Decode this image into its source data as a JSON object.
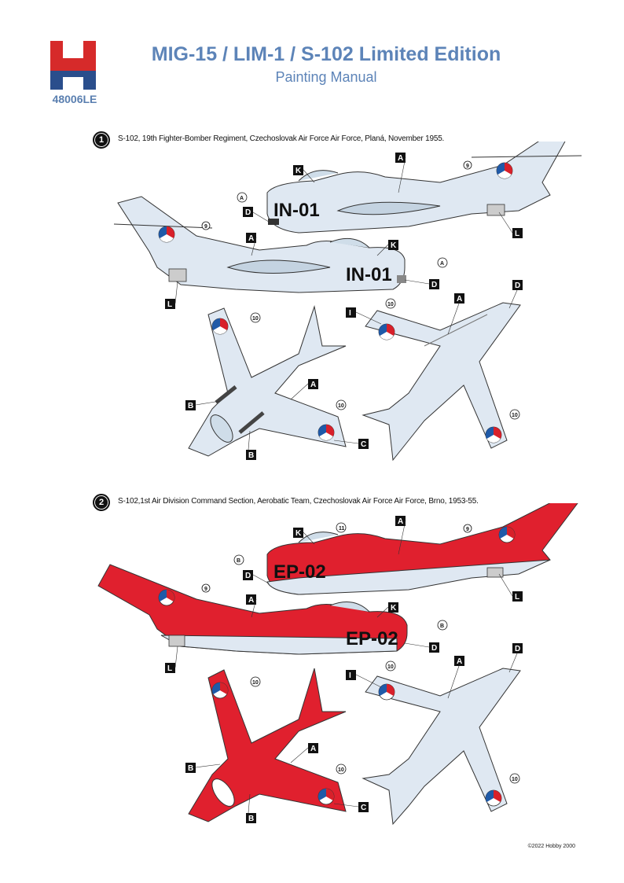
{
  "header": {
    "brand_letter": "H",
    "code": "48006LE",
    "title": "MIG-15 / LIM-1 / S-102 Limited Edition",
    "subtitle": "Painting Manual"
  },
  "scheme1": {
    "number": "1",
    "caption": "S-102, 19th Fighter-Bomber Regiment, Czechoslovak Air Force Air Force, Planá, November 1955.",
    "code": "IN-01",
    "colors": {
      "body": "#dfe8f2",
      "outline": "#333333"
    }
  },
  "scheme2": {
    "number": "2",
    "caption": "S-102,1st Air Division Command Section, Aerobatic Team, Czechoslovak Air Force Air Force, Brno, 1953-55.",
    "code": "EP-02",
    "colors": {
      "body": "#e0202e",
      "underside": "#dfe8f2",
      "outline": "#333333"
    }
  },
  "callouts": {
    "A": "A",
    "B": "B",
    "C": "C",
    "D": "D",
    "K": "K",
    "L": "L",
    "I": "I",
    "n9": "9",
    "n10": "10",
    "n11": "11"
  },
  "roundel_colors": {
    "blue": "#1f5aa8",
    "red": "#d8202a",
    "white": "#ffffff"
  },
  "footer": {
    "copyright": "©2022 Hobby 2000"
  }
}
